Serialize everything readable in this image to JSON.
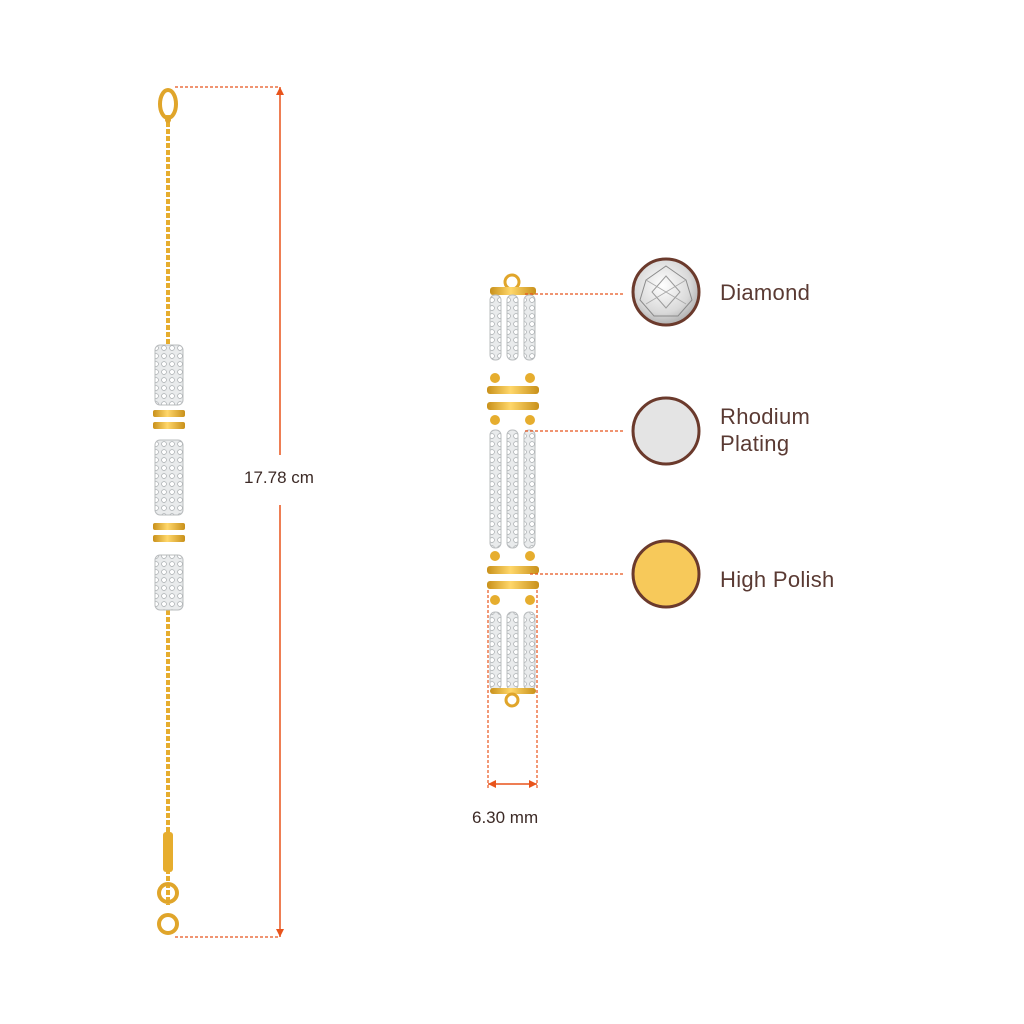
{
  "dimensions": {
    "length": "17.78 cm",
    "width": "6.30 mm"
  },
  "materials": [
    {
      "name": "Diamond",
      "icon": "diamond-swatch-icon",
      "color": "#e8e8e8"
    },
    {
      "name": "Rhodium\nPlating",
      "icon": "rhodium-swatch-icon",
      "color": "#e4e4e4"
    },
    {
      "name": "High Polish",
      "icon": "gold-swatch-icon",
      "color": "#f7c95a"
    }
  ],
  "colors": {
    "gold": "#f2bd3a",
    "gold_dark": "#c8901a",
    "measure_line": "#e8541c",
    "swatch_border": "#6b3a2c",
    "text": "#5a3a33"
  }
}
